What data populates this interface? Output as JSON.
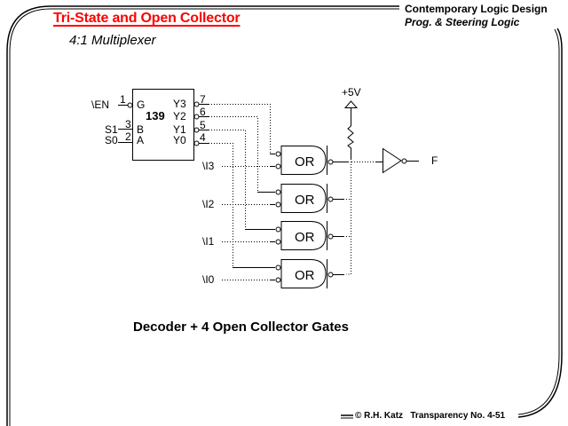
{
  "header": {
    "title": "Tri-State and Open Collector",
    "subtitle": "4:1 Multiplexer",
    "course": "Contemporary  Logic Design",
    "chapter": "Prog. & Steering Logic"
  },
  "footer": {
    "text": "© R.H. Katz   Transparency No. 4-51"
  },
  "caption": "Decoder + 4 Open Collector Gates",
  "colors": {
    "title": "#ff0000",
    "ink": "#000000",
    "background": "#ffffff"
  },
  "decoder": {
    "part_number": "139",
    "inputs": [
      {
        "signal": "\\EN",
        "pin": "1",
        "port": "G",
        "inverted": true
      },
      {
        "signal": "S1",
        "pin": "3",
        "port": "B",
        "inverted": false
      },
      {
        "signal": "S0",
        "pin": "2",
        "port": "A",
        "inverted": false
      }
    ],
    "outputs": [
      {
        "port": "Y3",
        "pin": "7"
      },
      {
        "port": "Y2",
        "pin": "6"
      },
      {
        "port": "Y1",
        "pin": "5"
      },
      {
        "port": "Y0",
        "pin": "4"
      }
    ]
  },
  "gates": [
    {
      "label": "OR",
      "data_input": "\\I3",
      "select_from": "Y3"
    },
    {
      "label": "OR",
      "data_input": "\\I2",
      "select_from": "Y2"
    },
    {
      "label": "OR",
      "data_input": "\\I1",
      "select_from": "Y1"
    },
    {
      "label": "OR",
      "data_input": "\\I0",
      "select_from": "Y0"
    }
  ],
  "supply": {
    "label": "+5V"
  },
  "output": {
    "label": "F"
  }
}
